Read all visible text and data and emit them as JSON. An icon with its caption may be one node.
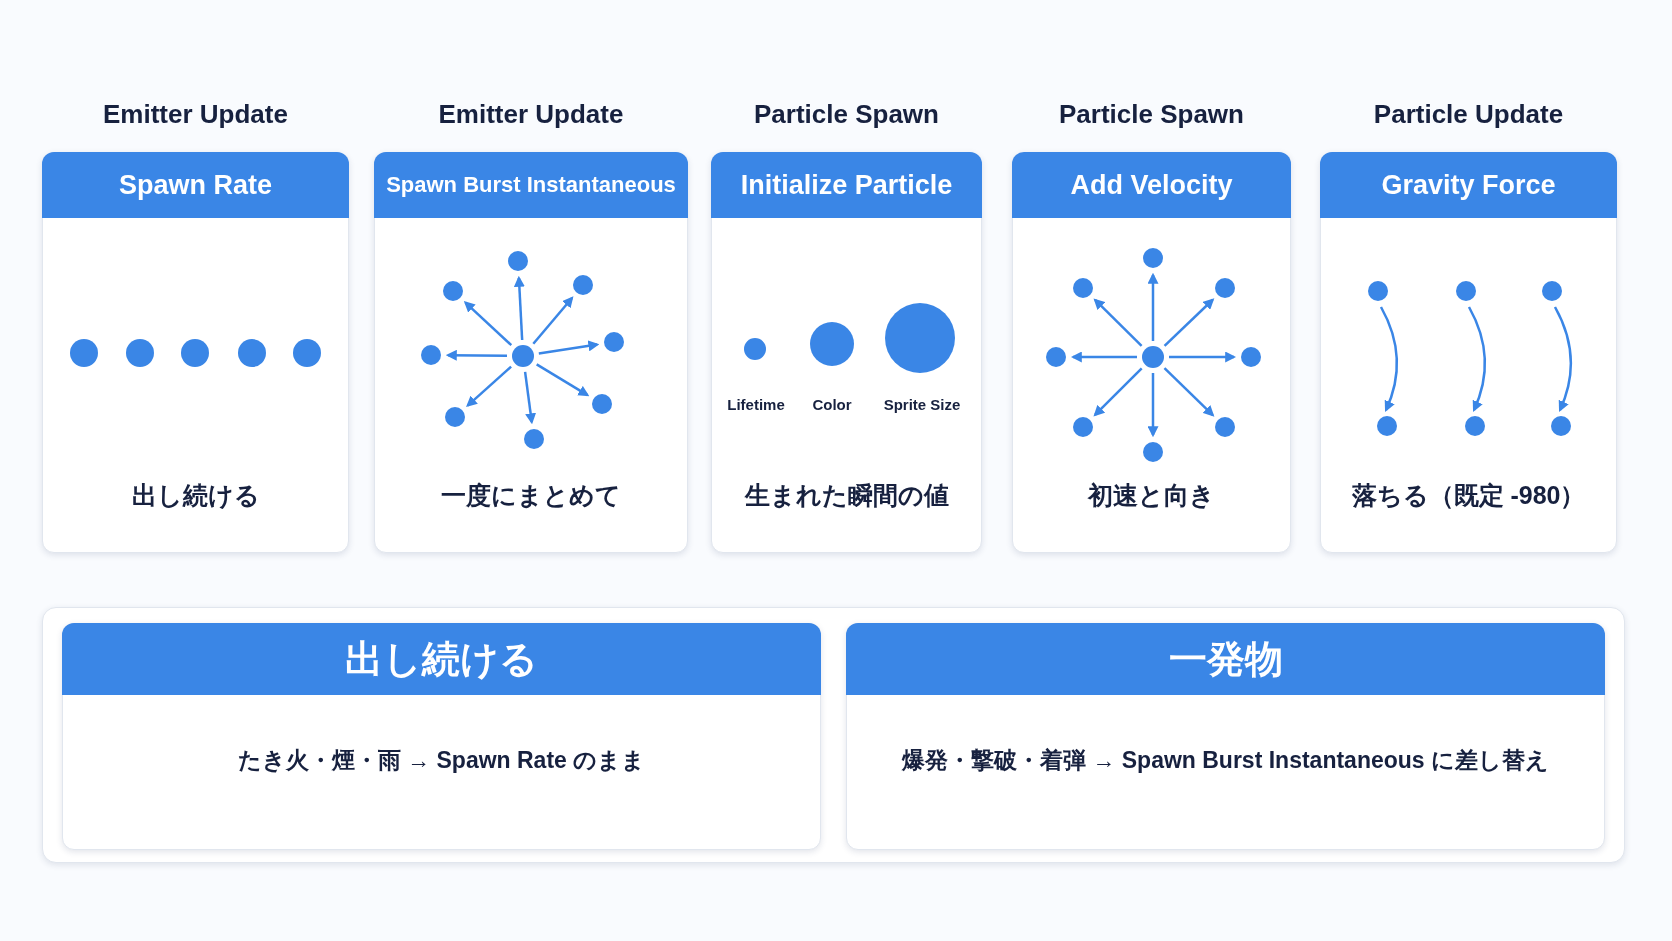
{
  "diagram": {
    "nodes": [
      {
        "text": [
          "Emitter Update",
          "Spawn Rate",
          "出し続ける"
        ]
      },
      {
        "text": [
          "Emitter Update",
          "Spawn Burst Instantaneous",
          "一度にまとめて"
        ]
      },
      {
        "text": [
          "Particle Spawn",
          "Initialize Particle",
          "Lifetime",
          "Color",
          "Sprite Size",
          "生まれた瞬間の値"
        ]
      },
      {
        "text": [
          "Particle Spawn",
          "Add Velocity",
          "初速と向き"
        ]
      },
      {
        "text": [
          "Particle Update",
          "Gravity Force",
          "落ちる（既定 -980）"
        ]
      },
      {
        "text": [],
        "shape": "box"
      },
      {
        "text": [
          "出し続ける",
          "たき火・煙・雨 → Spawn Rate のまま"
        ],
        "in": 5
      },
      {
        "text": [
          "一発物",
          "爆発・撃破・着弾 → Spawn Burst Instantaneous に差し替え"
        ],
        "in": 5
      }
    ]
  }
}
